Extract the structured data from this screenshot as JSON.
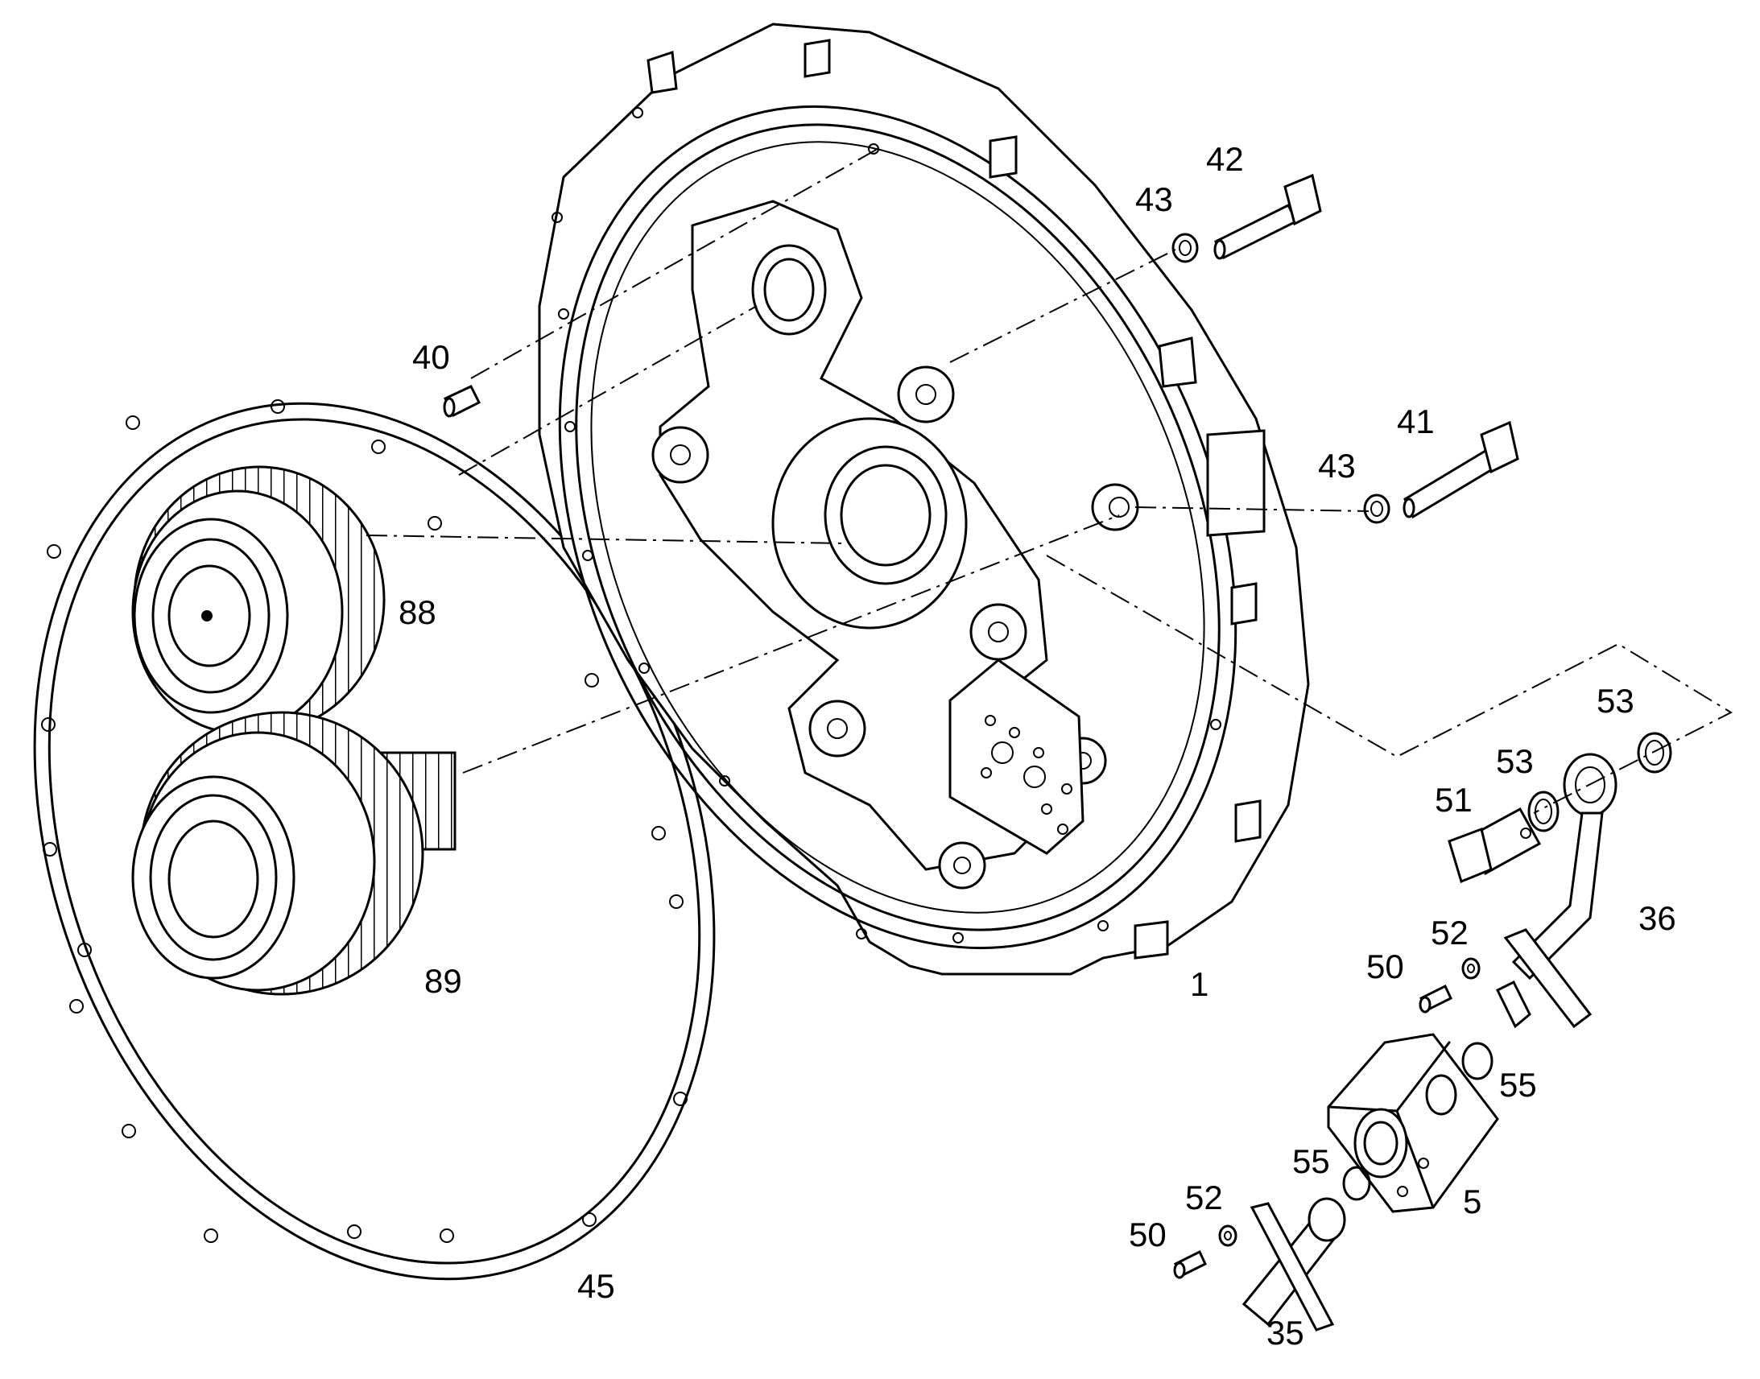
{
  "callouts": [
    {
      "id": "1",
      "label": "1"
    },
    {
      "id": "5",
      "label": "5"
    },
    {
      "id": "35",
      "label": "35"
    },
    {
      "id": "36",
      "label": "36"
    },
    {
      "id": "40",
      "label": "40"
    },
    {
      "id": "41",
      "label": "41"
    },
    {
      "id": "42",
      "label": "42"
    },
    {
      "id": "43a",
      "label": "43"
    },
    {
      "id": "43b",
      "label": "43"
    },
    {
      "id": "45",
      "label": "45"
    },
    {
      "id": "50a",
      "label": "50"
    },
    {
      "id": "50b",
      "label": "50"
    },
    {
      "id": "51",
      "label": "51"
    },
    {
      "id": "52a",
      "label": "52"
    },
    {
      "id": "52b",
      "label": "52"
    },
    {
      "id": "53a",
      "label": "53"
    },
    {
      "id": "53b",
      "label": "53"
    },
    {
      "id": "55a",
      "label": "55"
    },
    {
      "id": "55b",
      "label": "55"
    },
    {
      "id": "88",
      "label": "88"
    },
    {
      "id": "89",
      "label": "89"
    }
  ]
}
